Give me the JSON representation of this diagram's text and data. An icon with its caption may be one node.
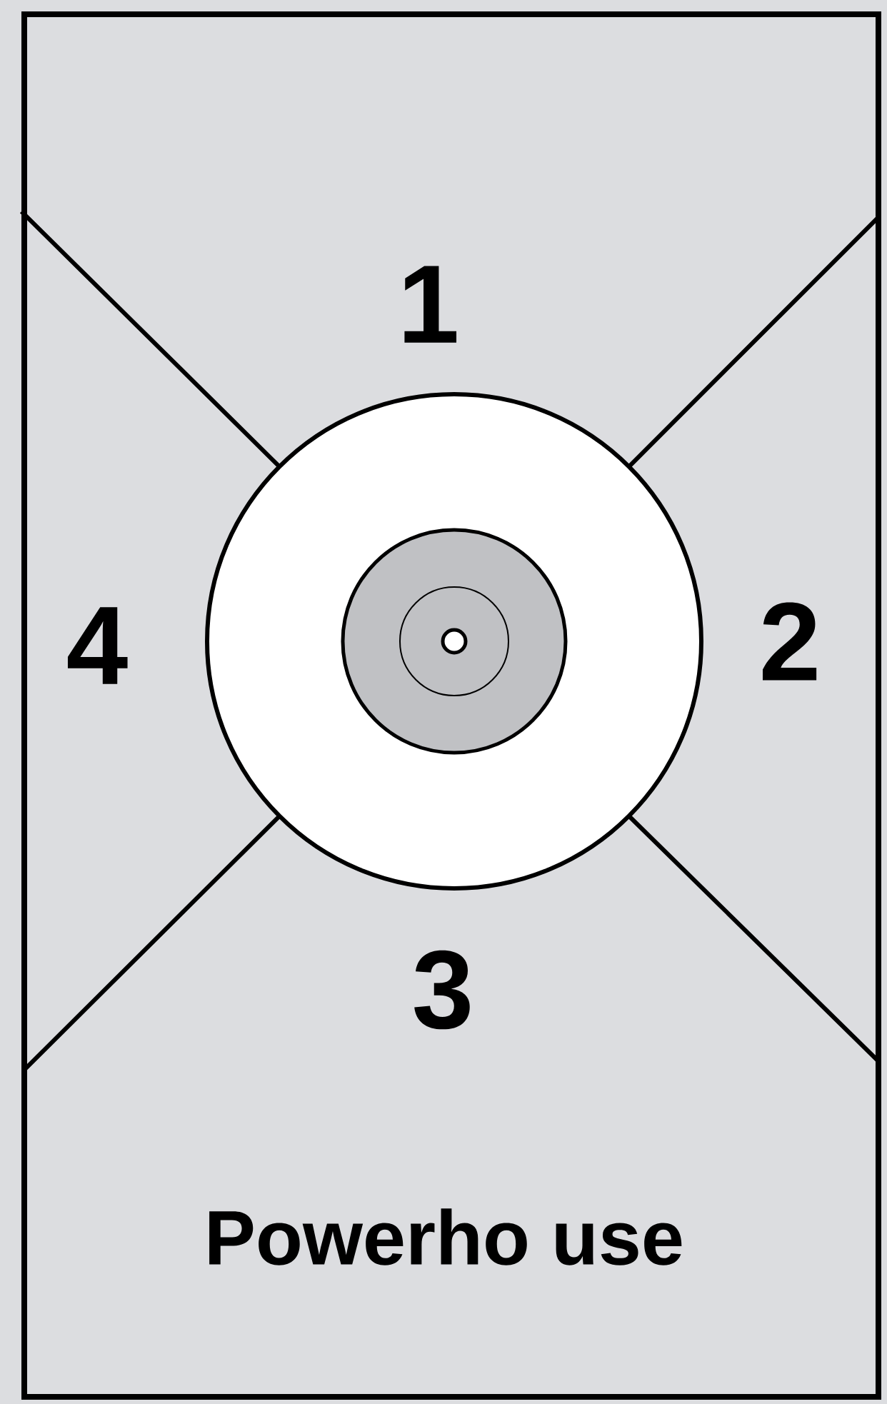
{
  "diagram": {
    "labels": [
      "1",
      "4",
      "2",
      "3",
      "Powerho use"
    ]
  }
}
